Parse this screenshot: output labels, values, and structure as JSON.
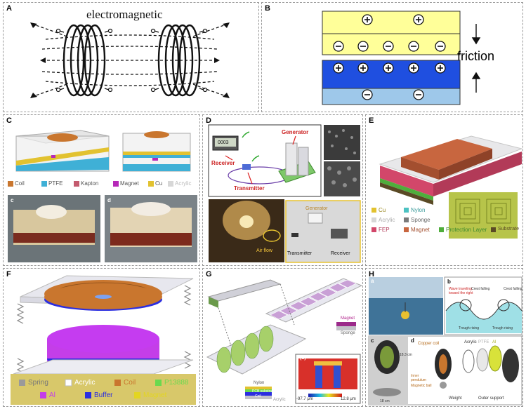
{
  "panels": {
    "A": {
      "label": "A",
      "title": "electromagnetic"
    },
    "B": {
      "label": "B",
      "friction": "friction"
    },
    "C": {
      "label": "C",
      "legend": [
        "Coil",
        "PTFE",
        "Kapton",
        "Magnet",
        "Cu",
        "Acrylic"
      ],
      "sub_c": "c",
      "sub_d": "d"
    },
    "D": {
      "label": "D",
      "receiver": "Receiver",
      "transmitter": "Transmitter",
      "generator": "Generator",
      "display": "0003",
      "air_flow": "Air flow",
      "generator2": "Generator",
      "transmitter2": "Transmitter",
      "receiver2": "Receiver"
    },
    "E": {
      "label": "E",
      "legend": [
        "Cu",
        "Nylon",
        "Acrylic",
        "Sponge",
        "FEP",
        "Magnet",
        "Protection Layer",
        "Substrate"
      ]
    },
    "F": {
      "label": "F",
      "legend_row1": [
        "Spring",
        "Acrylic",
        "Coil",
        "P13888"
      ],
      "legend_row2": [
        "Al",
        "Buffer",
        "Magnet"
      ]
    },
    "G": {
      "label": "G",
      "magnet": "Magnet",
      "sponge": "Sponge",
      "nylon": "Nylon",
      "pcb": "PCB substrate",
      "coil": "Coil",
      "acrylic": "Acrylic",
      "sub_c": "(c)",
      "scale_min": "-97.7 μm",
      "scale_max": "12.8 μm"
    },
    "H": {
      "label": "H",
      "sub_a": "a",
      "sub_b": "b",
      "sub_c": "c",
      "sub_d": "d",
      "wave_text": "Wave traveling toward the right",
      "crest1": "Crest falling",
      "crest2": "Crest falling",
      "trough1": "Trough rising",
      "trough2": "Trough rising",
      "copper_coil": "Copper coil",
      "acrylic": "Acrylic",
      "ptfe": "PTFE",
      "al": "Al",
      "inner_pendulum": "Inner pendulum",
      "magnetic_ball": "Magnetic ball",
      "weight": "Weight",
      "outer_support": "Outer support",
      "dim1": "18.3 cm",
      "dim2": "18 cm"
    }
  },
  "colors": {
    "coil": "#c9762e",
    "ptfe": "#3fb0d6",
    "kapton": "#c45b6e",
    "magnet": "#b629b8",
    "cu": "#e2c230",
    "acrylic": "#d7d7d7",
    "yellow_block": "#ffff99",
    "blue_block": "#1f4fe0",
    "light_blue_block": "#9ec8ea",
    "fep": "#d2476a",
    "e_magnet": "#c8663f",
    "protection": "#4fae3c",
    "substrate": "#5a4a25",
    "nylon": "#4cc2c2",
    "sponge": "#7a7a7a",
    "al": "#c43ee8",
    "buffer": "#2b2ee0",
    "f_magnet": "#e3d520",
    "p13888": "#6ad94e"
  }
}
